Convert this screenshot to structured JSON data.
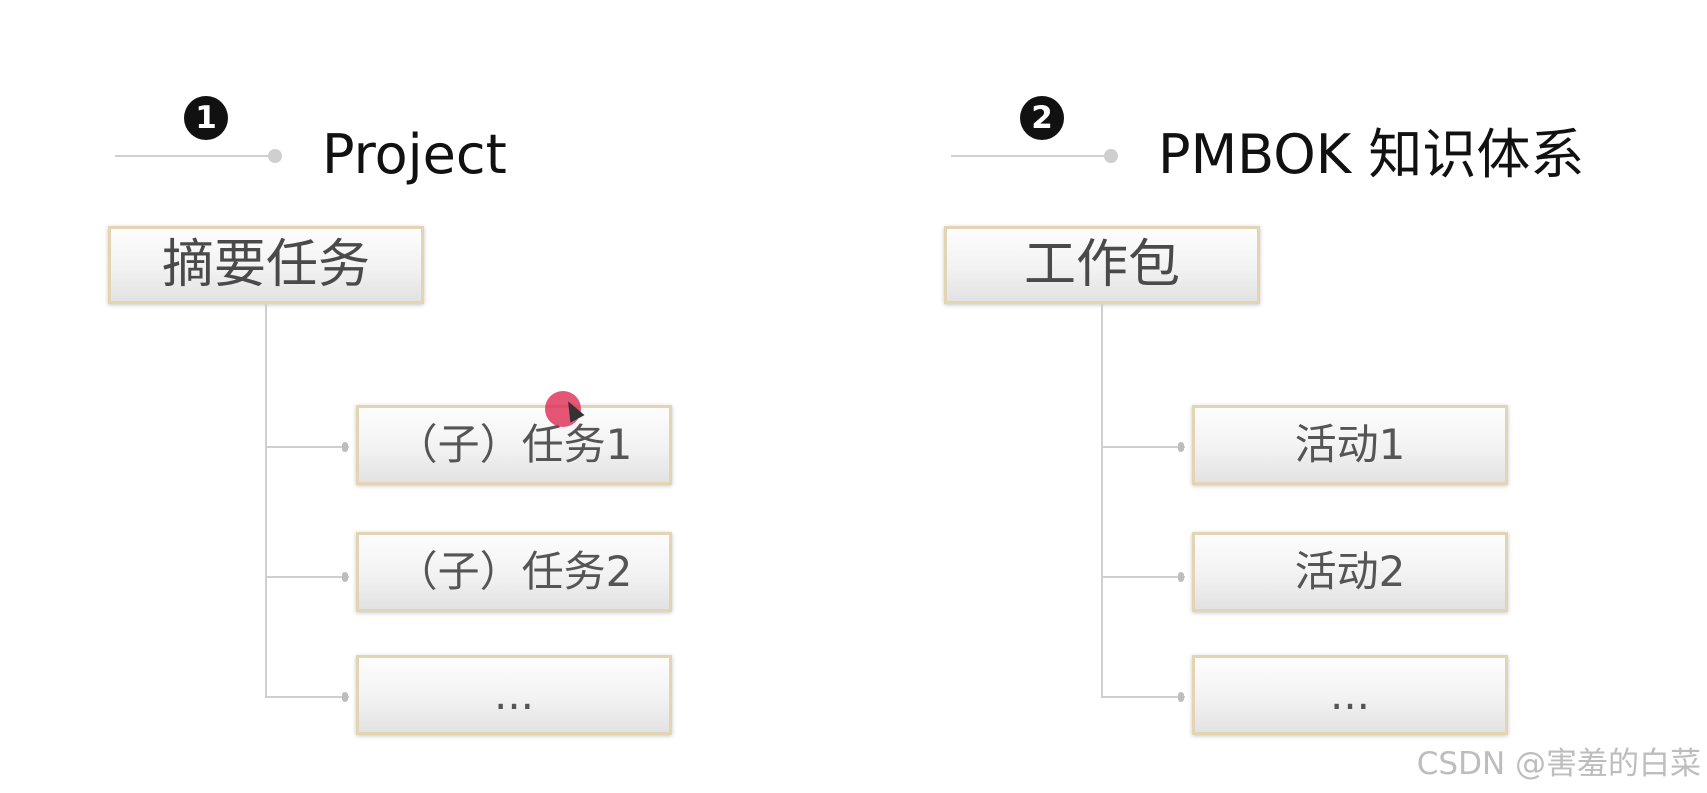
{
  "panels": [
    {
      "number": "❶",
      "heading": "Project",
      "parent": "摘要任务",
      "children": [
        "（子）任务1",
        "（子）任务2",
        "..."
      ]
    },
    {
      "number": "❷",
      "heading": "PMBOK 知识体系",
      "parent": "工作包",
      "children": [
        "活动1",
        "活动2",
        "..."
      ]
    }
  ],
  "watermark": "CSDN @害羞的白菜",
  "colors": {
    "box_border": "#e3d4b4",
    "connector": "#cfcfcf",
    "cursor": "#de3058"
  }
}
